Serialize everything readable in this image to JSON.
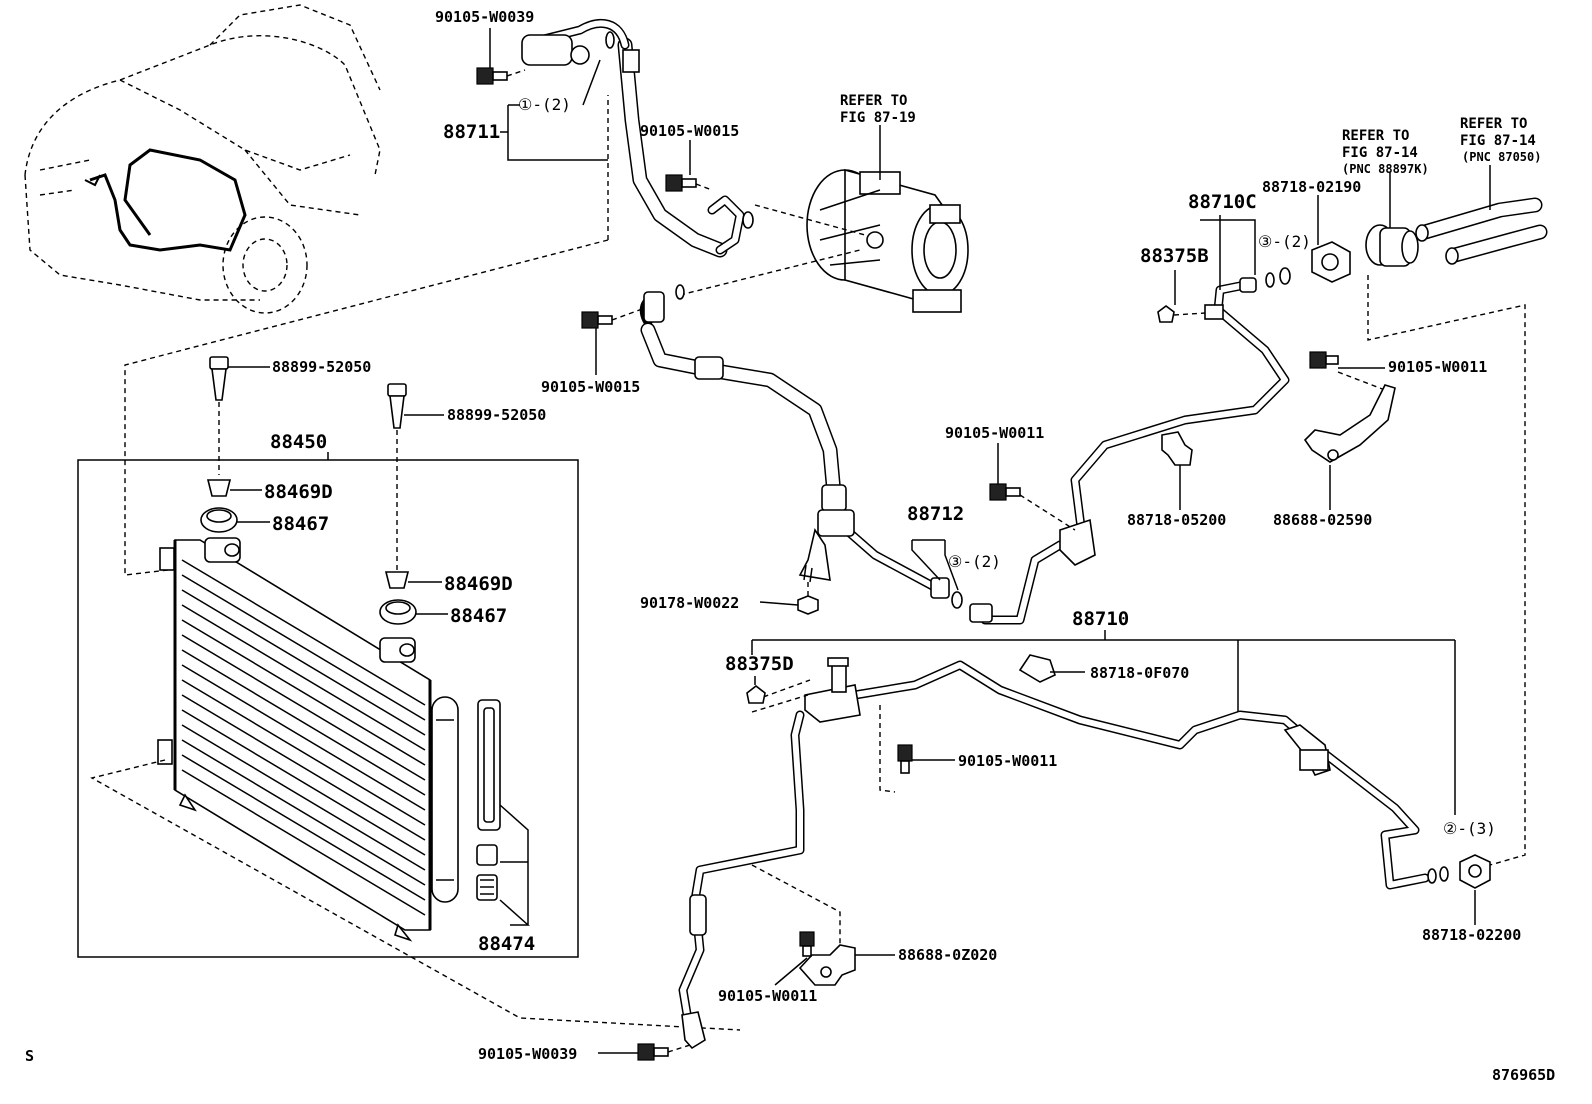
{
  "labels": {
    "p90105_w0039_top": "90105-W0039",
    "p88711": "88711",
    "q_1_2": "①-(2)",
    "p90105_w0015_a": "90105-W0015",
    "p90105_w0015_b": "90105-W0015",
    "refer_87_19_line1": "REFER TO",
    "refer_87_19_line2": "FIG 87-19",
    "refer_87_14a_line1": "REFER TO",
    "refer_87_14a_line2": "FIG 87-14",
    "refer_87_14a_line3": "(PNC 88897K)",
    "refer_87_14b_line1": "REFER TO",
    "refer_87_14b_line2": "FIG 87-14",
    "refer_87_14b_line3": "(PNC 87050)",
    "p88718_02190": "88718-02190",
    "p88710c": "88710C",
    "p88375b": "88375B",
    "q_3_2_a": "③-(2)",
    "p90105_w0011_a": "90105-W0011",
    "p90105_w0011_b": "90105-W0011",
    "p88718_05200": "88718-05200",
    "p88688_02590": "88688-02590",
    "p88899_52050_a": "88899-52050",
    "p88899_52050_b": "88899-52050",
    "p88450": "88450",
    "p88469d_a": "88469D",
    "p88467_a": "88467",
    "p88469d_b": "88469D",
    "p88467_b": "88467",
    "p88712": "88712",
    "q_3_2_b": "③-(2)",
    "p90178_w0022": "90178-W0022",
    "p88710": "88710",
    "p88375d": "88375D",
    "p88718_0f070": "88718-0F070",
    "p90105_w0011_c": "90105-W0011",
    "q_2_3": "②-(3)",
    "p88718_02200": "88718-02200",
    "p88474": "88474",
    "p88688_0z020": "88688-0Z020",
    "p90105_w0011_d": "90105-W0011",
    "p90105_w0039_bottom": "90105-W0039",
    "corner_s": "S",
    "diagram_id": "876965D"
  }
}
